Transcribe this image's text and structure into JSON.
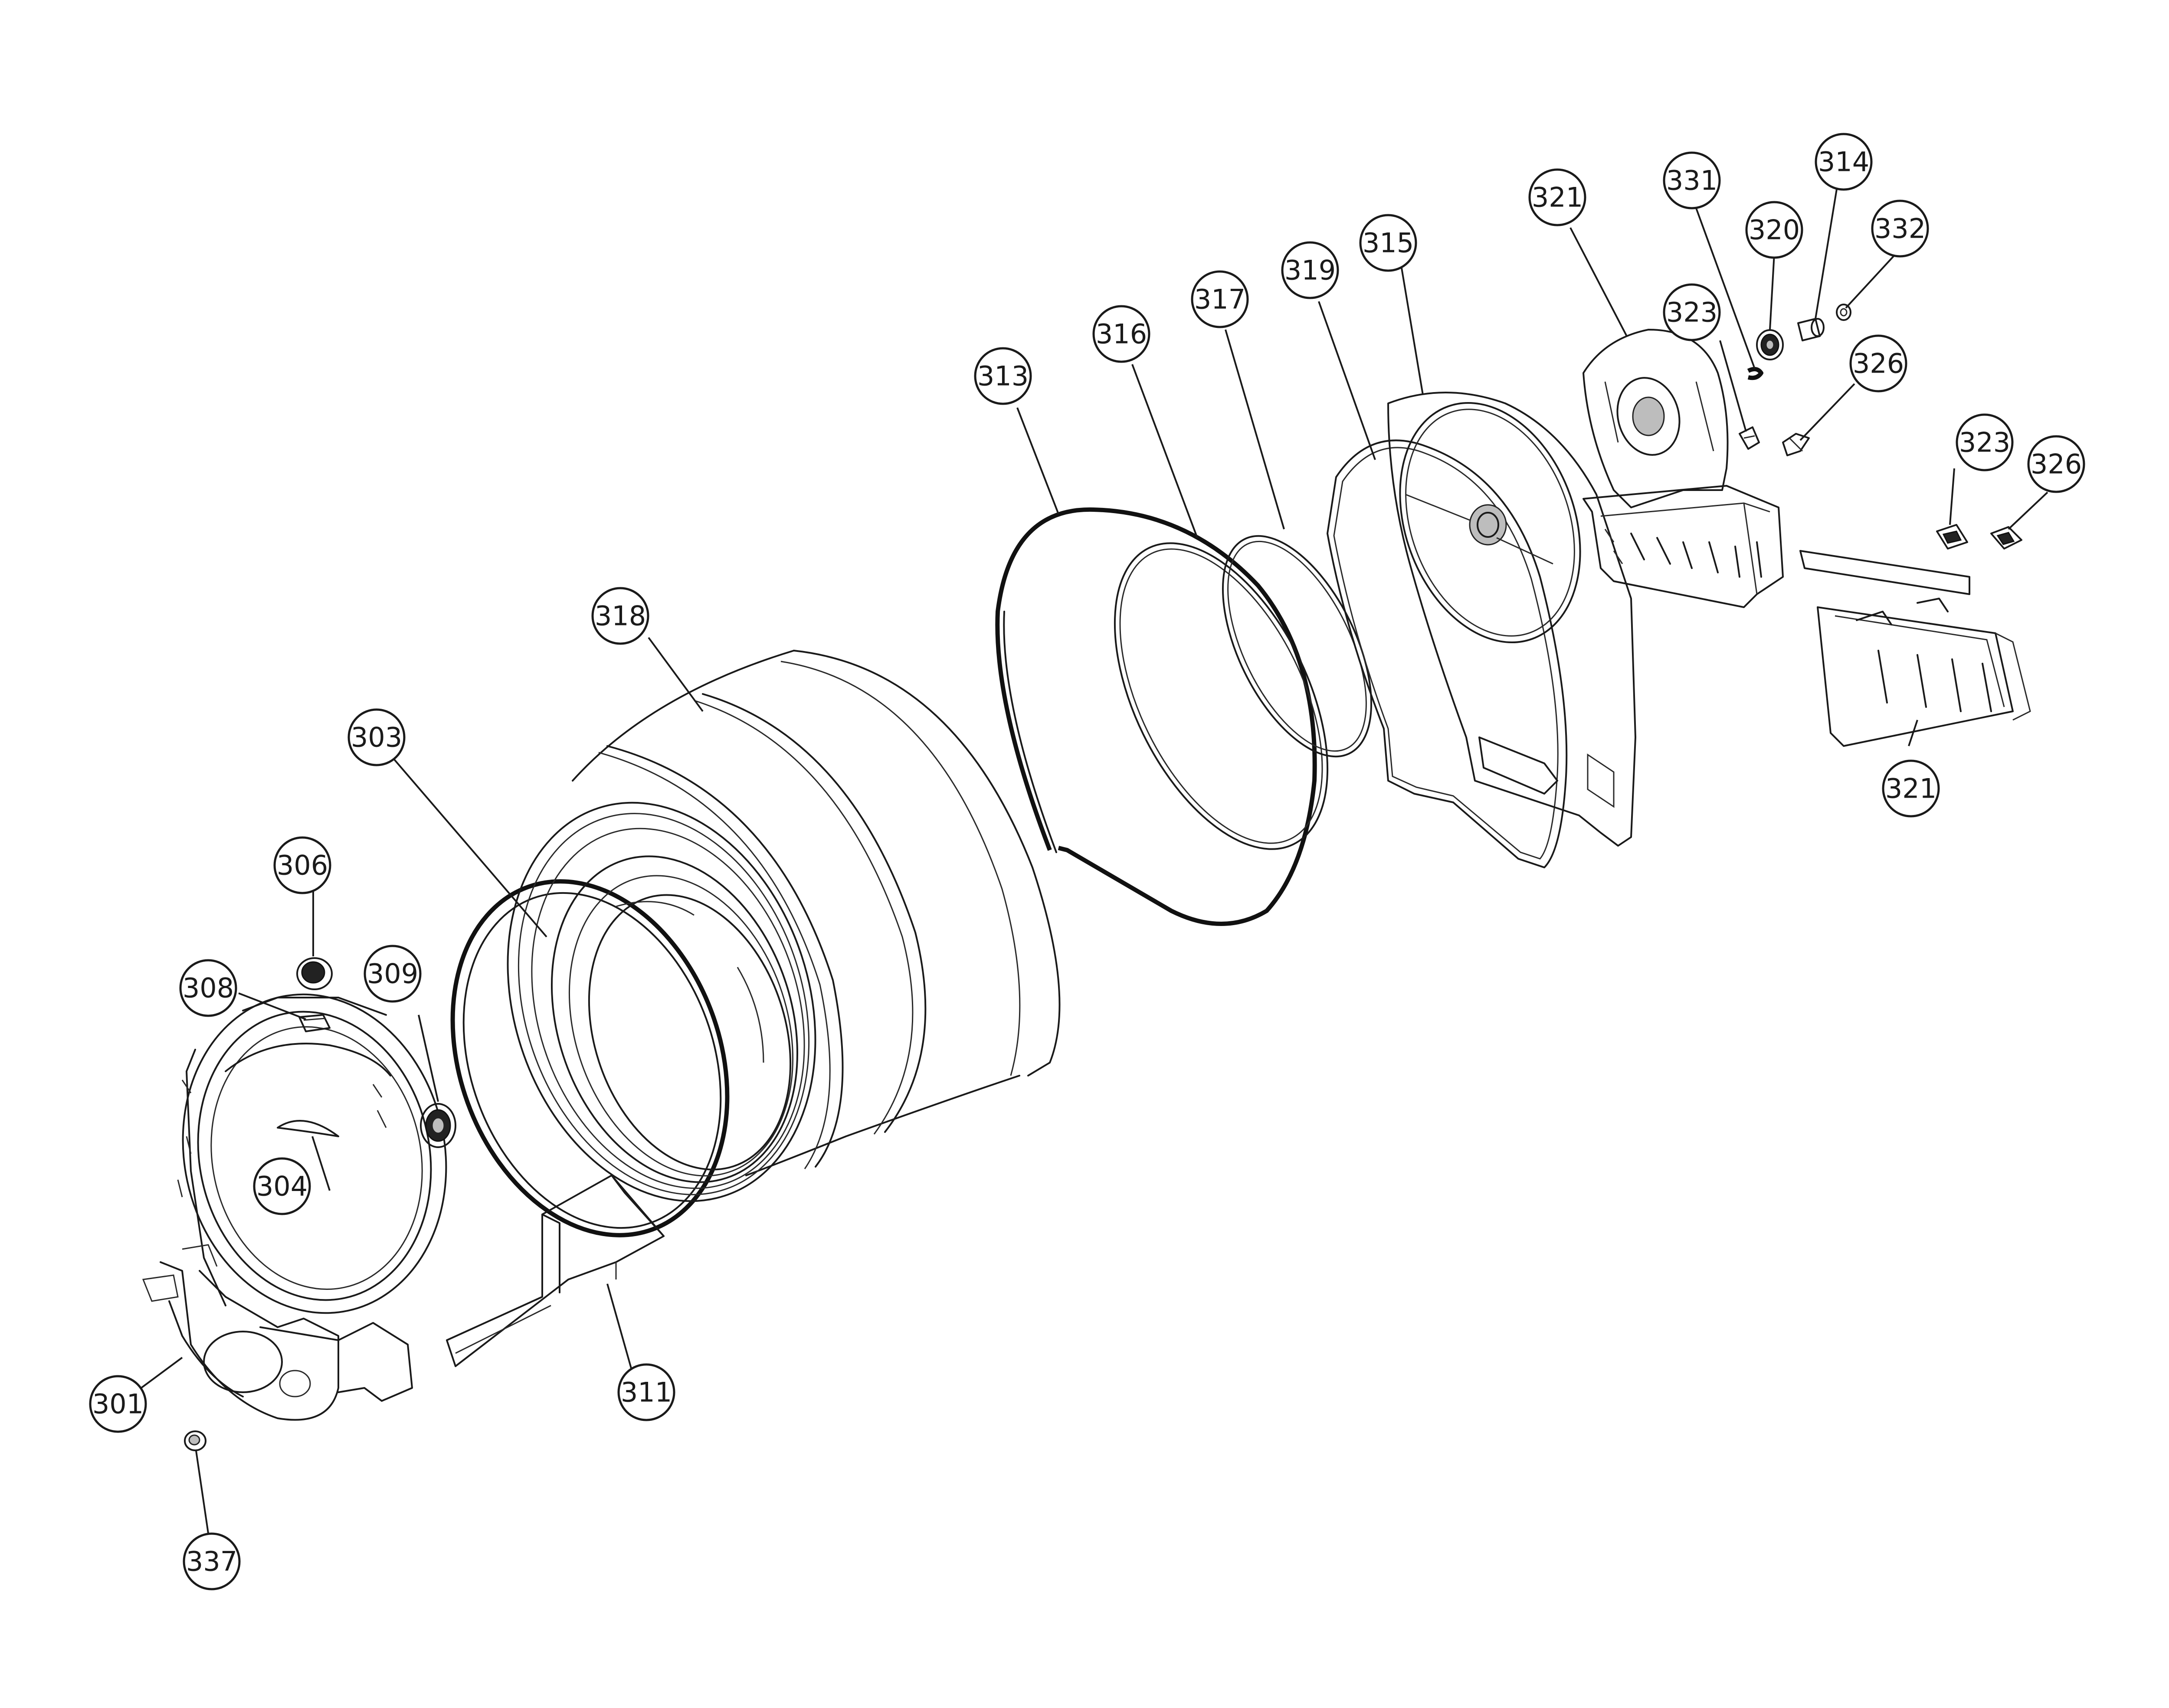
{
  "diagram": {
    "callouts": [
      {
        "id": "c301",
        "label": "301"
      },
      {
        "id": "c303",
        "label": "303"
      },
      {
        "id": "c304",
        "label": "304"
      },
      {
        "id": "c306",
        "label": "306"
      },
      {
        "id": "c308",
        "label": "308"
      },
      {
        "id": "c309",
        "label": "309"
      },
      {
        "id": "c311",
        "label": "311"
      },
      {
        "id": "c313",
        "label": "313"
      },
      {
        "id": "c314",
        "label": "314"
      },
      {
        "id": "c315",
        "label": "315"
      },
      {
        "id": "c316",
        "label": "316"
      },
      {
        "id": "c317",
        "label": "317"
      },
      {
        "id": "c318",
        "label": "318"
      },
      {
        "id": "c319",
        "label": "319"
      },
      {
        "id": "c320",
        "label": "320"
      },
      {
        "id": "c321a",
        "label": "321"
      },
      {
        "id": "c321b",
        "label": "321"
      },
      {
        "id": "c323a",
        "label": "323"
      },
      {
        "id": "c323b",
        "label": "323"
      },
      {
        "id": "c326a",
        "label": "326"
      },
      {
        "id": "c326b",
        "label": "326"
      },
      {
        "id": "c331",
        "label": "331"
      },
      {
        "id": "c332",
        "label": "332"
      },
      {
        "id": "c337",
        "label": "337"
      }
    ]
  }
}
